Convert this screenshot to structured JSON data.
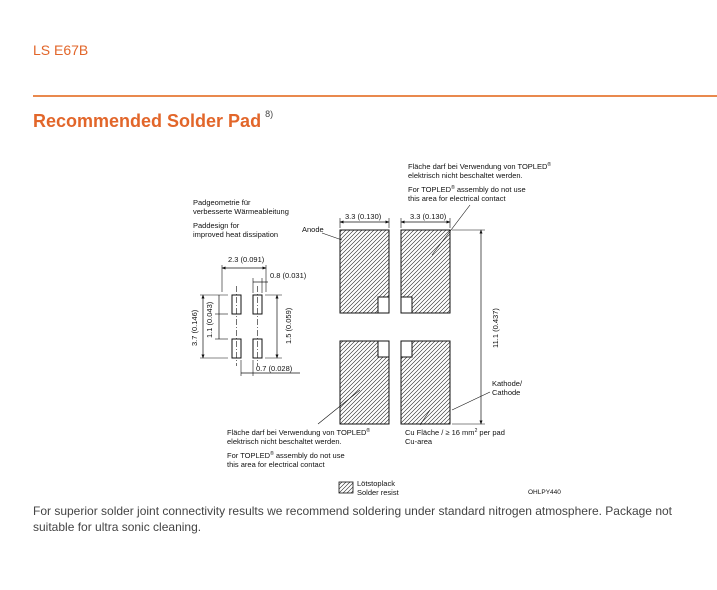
{
  "header": {
    "doc_id": "LS E67B"
  },
  "section": {
    "title": "Recommended Solder Pad",
    "footnote": "8)"
  },
  "drawing": {
    "padgeom_de": [
      "Padgeometrie für",
      "verbesserte Wärmeableitung"
    ],
    "padgeom_en": [
      "Paddesign for",
      "improved heat dissipation"
    ],
    "dim_2_3": "2.3 (0.091)",
    "dim_0_8": "0.8 (0.031)",
    "dim_3_7": "3.7 (0.146)",
    "dim_1_1": "1.1 (0.043)",
    "dim_1_5": "1.5 (0.059)",
    "dim_0_7": "0.7 (0.028)",
    "anode": "Anode",
    "dim_3_3_left": "3.3 (0.130)",
    "dim_3_3_right": "3.3 (0.130)",
    "dim_11_1": "11.1 (0.437)",
    "note_top_de": [
      "Fläche darf bei Verwendung von TOPLED",
      "elektrisch nicht beschaltet werden."
    ],
    "note_top_en": [
      "For TOPLED",
      " assembly do not use",
      "this area for electrical contact"
    ],
    "note_bot_de": [
      "Fläche darf bei Verwendung von TOPLED",
      "elektrisch nicht beschaltet werden."
    ],
    "note_bot_en": [
      "For TOPLED",
      " assembly do not use",
      "this area for electrical contact"
    ],
    "registered": "®",
    "kathode": [
      "Kathode/",
      "Cathode"
    ],
    "cu_area": [
      "Cu Fläche / ≥ 16 mm",
      "2",
      " per pad",
      "Cu-area"
    ],
    "legend": [
      "Lötstoplack",
      "Solder resist"
    ],
    "drawing_id": "OHLPY440"
  },
  "footer": {
    "note": "For superior solder joint connectivity results we recommend soldering under standard nitrogen atmosphere. Package not suitable for ultra sonic cleaning."
  }
}
